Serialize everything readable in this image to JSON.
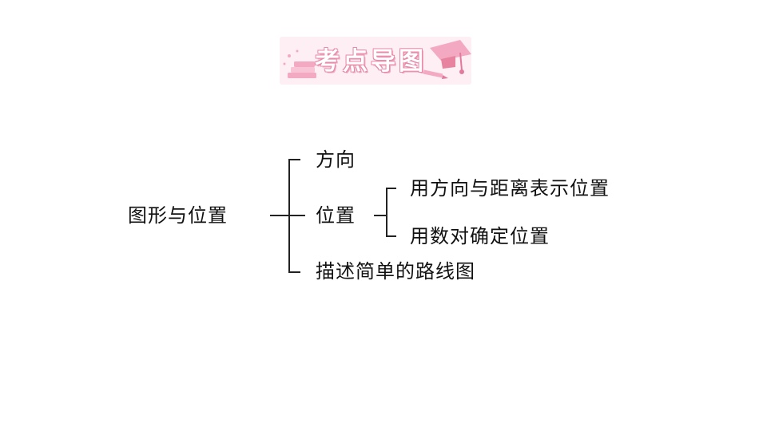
{
  "banner": {
    "title": "考点导图",
    "colors": {
      "pink": "#f4a9c2",
      "pink_dark": "#e27a9e",
      "pink_light": "#fbe1ea"
    }
  },
  "diagram": {
    "root": "图形与位置",
    "branches": [
      {
        "label": "方向",
        "children": []
      },
      {
        "label": "位置",
        "children": [
          "用方向与距离表示位置",
          "用数对确定位置"
        ]
      },
      {
        "label": "描述简单的路线图",
        "children": []
      }
    ]
  }
}
